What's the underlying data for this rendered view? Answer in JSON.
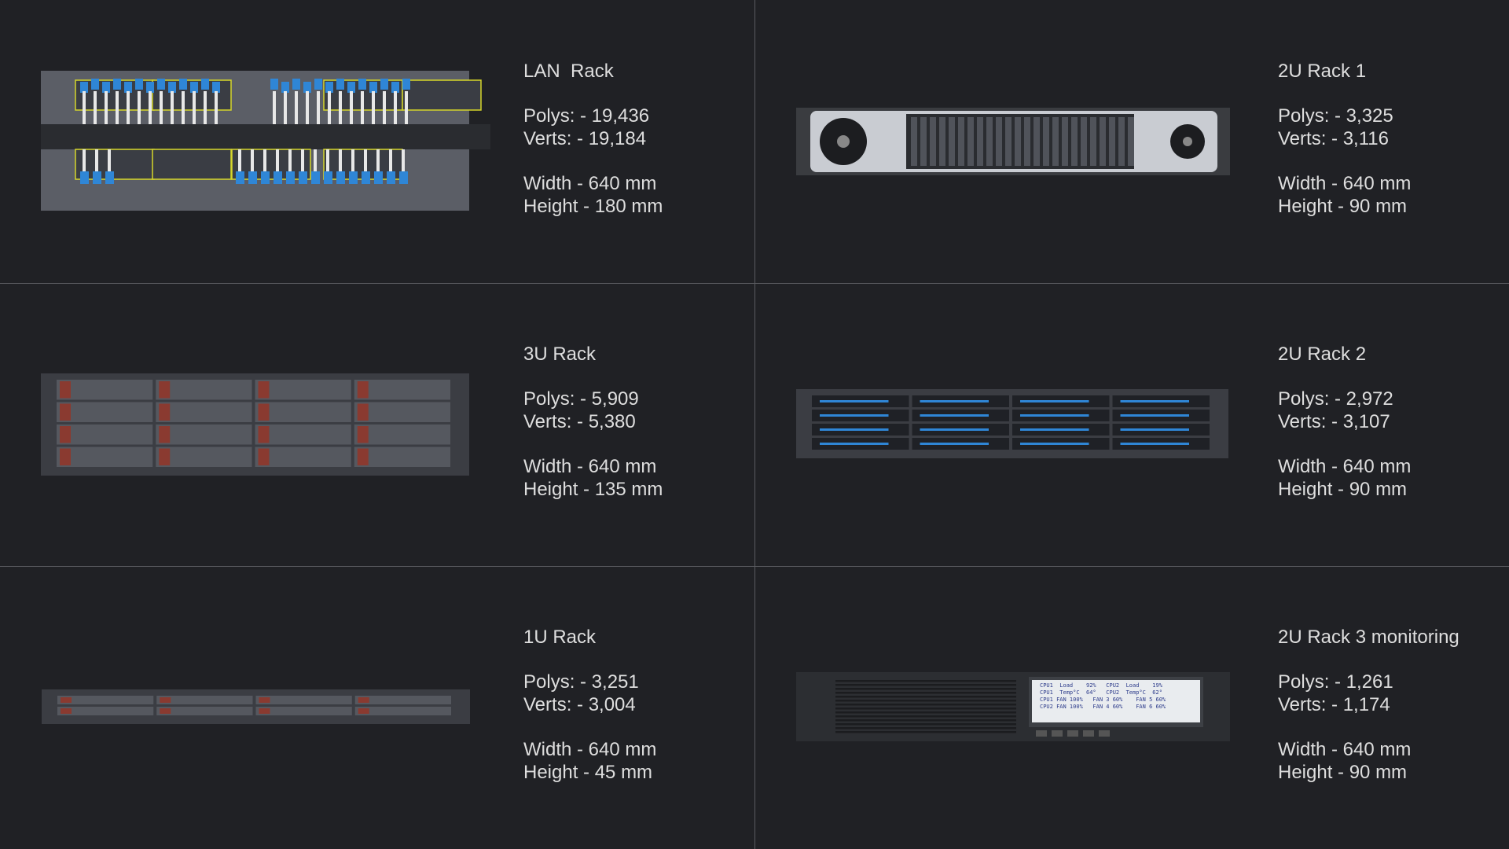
{
  "colors": {
    "background": "#202125",
    "divider": "#5a5b60",
    "text": "#dedede",
    "cable_blue": "#2f86d6",
    "led_yellow": "#d6d62a",
    "drive_red": "#8a3a30"
  },
  "racks": [
    {
      "title": "LAN  Rack",
      "polys": "Polys: - 19,436",
      "verts": "Verts: - 19,184",
      "width": "Width - 640 mm",
      "height": "Height - 180 mm",
      "icon": "lan-patch-panel"
    },
    {
      "title": "2U Rack 1",
      "polys": "Polys: - 3,325",
      "verts": "Verts: - 3,116",
      "width": "Width - 640 mm",
      "height": "Height - 90 mm",
      "icon": "2u-server-fans"
    },
    {
      "title": "3U Rack",
      "polys": "Polys: - 5,909",
      "verts": "Verts: - 5,380",
      "width": "Width - 640 mm",
      "height": "Height - 135 mm",
      "icon": "3u-drive-bay"
    },
    {
      "title": "2U Rack 2",
      "polys": "Polys: - 2,972",
      "verts": "Verts: - 3,107",
      "width": "Width - 640 mm",
      "height": "Height - 90 mm",
      "icon": "2u-drive-bay"
    },
    {
      "title": "1U Rack",
      "polys": "Polys: - 3,251",
      "verts": "Verts: - 3,004",
      "width": "Width - 640 mm",
      "height": "Height - 45 mm",
      "icon": "1u-server"
    },
    {
      "title": "2U Rack 3 monitoring",
      "polys": "Polys: - 1,261",
      "verts": "Verts: - 1,174",
      "width": "Width - 640 mm",
      "height": "Height - 90 mm",
      "icon": "2u-monitoring-display"
    }
  ],
  "monitor_display": {
    "lines": [
      "CPU1  Load    92%   CPU2  Load    19%",
      "CPU1  Temp°C  64°   CPU2  Temp°C  62°",
      "",
      "CPU1 FAN 100%   FAN 3 60%    FAN 5 60%",
      "CPU2 FAN 100%   FAN 4 60%    FAN 6 60%"
    ]
  }
}
